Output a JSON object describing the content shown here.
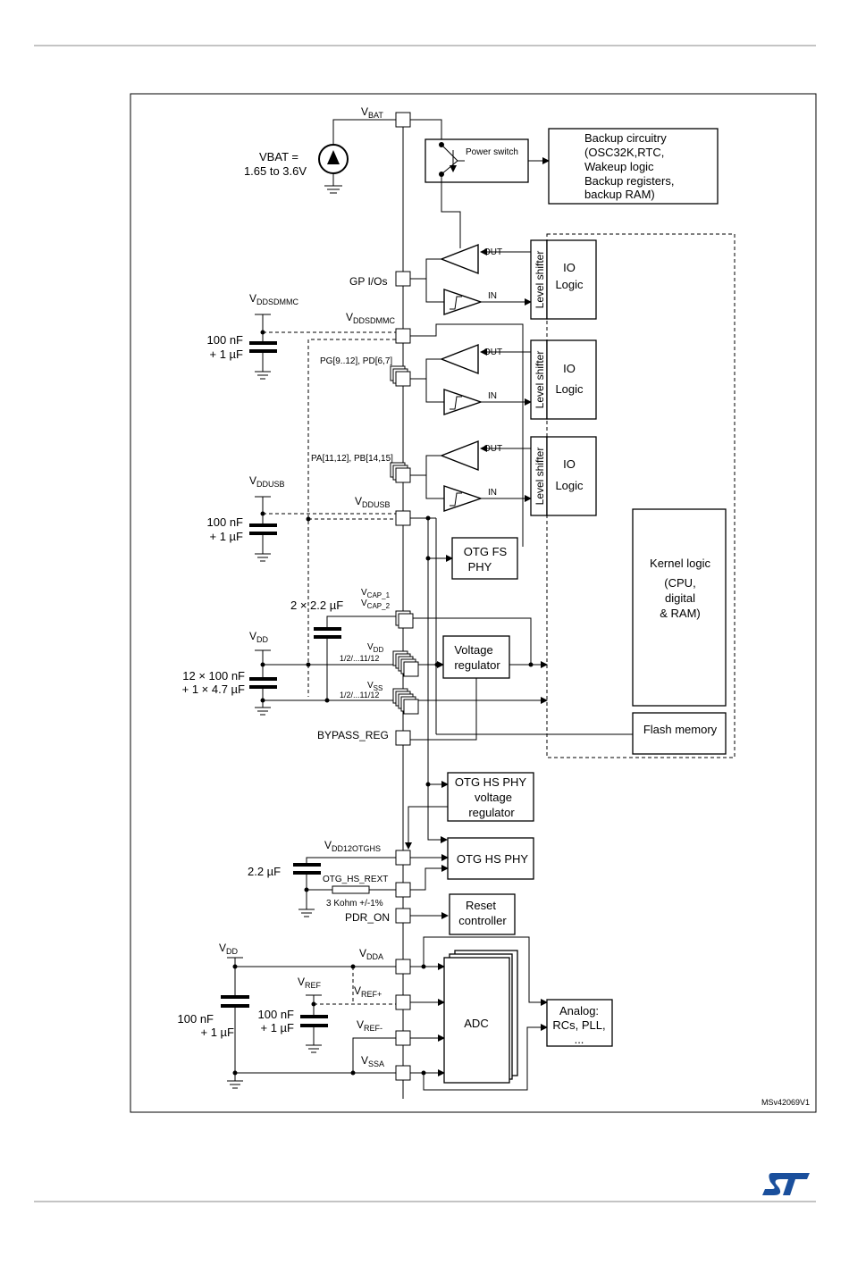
{
  "vbat": {
    "pin": "V",
    "pin_sub": "BAT",
    "source_line1": "VBAT =",
    "source_line2": "1.65 to 3.6V"
  },
  "power_switch": "Power switch",
  "backup_circuitry": [
    "Backup circuitry",
    "(OSC32K,RTC,",
    "Wakeup logic",
    "Backup registers,",
    "backup RAM)"
  ],
  "io_blocks": [
    {
      "level_shifter": "Level shifter",
      "io": "IO",
      "logic": "Logic",
      "out": "OUT",
      "in": "IN"
    },
    {
      "level_shifter": "Level shifter",
      "io": "IO",
      "logic": "Logic",
      "out": "OUT",
      "in": "IN"
    },
    {
      "level_shifter": "Level shifter",
      "io": "IO",
      "logic": "Logic",
      "out": "OUT",
      "in": "IN"
    }
  ],
  "pins": {
    "gpios": "GP I/Os",
    "vddsdmmc_main": "V",
    "vddsdmmc_sub": "DDSDMMC",
    "pg_pd": "PG[9..12], PD[6,7]",
    "pa_pb": "PA[11,12], PB[14,15]",
    "vddusb_main": "V",
    "vddusb_sub": "DDUSB",
    "vcap1_main": "V",
    "vcap1_sub": "CAP_1",
    "vcap2_main": "V",
    "vcap2_sub": "CAP_2",
    "vdd_main": "V",
    "vdd_sub": "DD",
    "vdd_range": "1/2/...11/12",
    "vss_main": "V",
    "vss_sub": "SS",
    "vss_range": "1/2/...11/12",
    "bypass_reg": "BYPASS_REG",
    "vdd12otghs_main": "V",
    "vdd12otghs_sub": "DD12OTGHS",
    "otg_hs_rext": "OTG_HS_REXT",
    "pdr_on": "PDR_ON",
    "vdda_main": "V",
    "vdda_sub": "DDA",
    "vrefp_main": "V",
    "vrefp_sub": "REF+",
    "vrefm_main": "V",
    "vrefm_sub": "REF-",
    "vssa_main": "V",
    "vssa_sub": "SSA"
  },
  "external": {
    "vddsdmmc_main": "V",
    "vddsdmmc_sub": "DDSDMMC",
    "cap1_l1": "100 nF",
    "cap1_l2": "+ 1 µF",
    "vddusb_main": "V",
    "vddusb_sub": "DDUSB",
    "cap2_l1": "100 nF",
    "cap2_l2": "+ 1 µF",
    "vcap_cap": "2 × 2.2 µF",
    "vdd_main": "V",
    "vdd_sub": "DD",
    "cap3_l1": "12 × 100 nF",
    "cap3_l2": "+ 1 × 4.7 µF",
    "otg_cap": "2.2 µF",
    "rext": "3 Kohm +/-1%",
    "vdd2_main": "V",
    "vdd2_sub": "DD",
    "cap4_l1": "100 nF",
    "cap4_l2": "+ 1 µF",
    "vref_main": "V",
    "vref_sub": "REF",
    "cap5_l1": "100 nF",
    "cap5_l2": "+ 1 µF"
  },
  "blocks": {
    "otg_fs_phy": [
      "OTG FS",
      "PHY"
    ],
    "voltage_regulator": [
      "Voltage",
      "regulator"
    ],
    "kernel_logic": [
      "Kernel logic",
      "(CPU,",
      "digital",
      "& RAM)"
    ],
    "flash_memory": "Flash memory",
    "otg_hs_phy_regulator": [
      "OTG HS PHY",
      "voltage",
      "regulator"
    ],
    "otg_hs_phy": "OTG HS PHY",
    "reset_controller": [
      "Reset",
      "controller"
    ],
    "adc": "ADC",
    "analog": [
      "Analog:",
      "RCs, PLL,",
      "..."
    ]
  },
  "figure_id": "MSv42069V1",
  "colors": {
    "logo": "#1a4f9c",
    "line": "#000000"
  }
}
